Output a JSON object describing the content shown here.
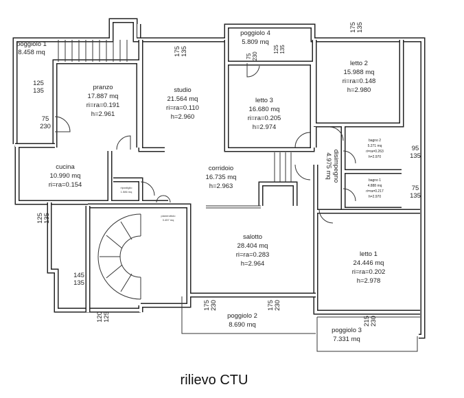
{
  "caption": "rilievo CTU",
  "rooms": {
    "poggiolo1": [
      "poggiolo 1",
      "8.458 mq"
    ],
    "pranzo": [
      "pranzo",
      "17.887 mq",
      "ri=ra=0.191",
      "h=2.961"
    ],
    "studio": [
      "studio",
      "21.564 mq",
      "ri=ra=0.110",
      "h=2.960"
    ],
    "poggiolo4": [
      "poggiolo 4",
      "5.809 mq"
    ],
    "letto3": [
      "letto 3",
      "16.680 mq",
      "ri=ra=0.205",
      "h=2.974"
    ],
    "letto2": [
      "letto 2",
      "15.988 mq",
      "ri=ra=0.148",
      "h=2.980"
    ],
    "bagno2": [
      "bagno 2",
      "5.271 mq",
      "ri=ra=0.263",
      "h=2.970"
    ],
    "bagno1": [
      "bagno 1",
      "4.888 mq",
      "ri=ra=0.217",
      "h=2.970"
    ],
    "disimpegno": [
      "disimpegno",
      "4.975 mq"
    ],
    "cucina": [
      "cucina",
      "10.990 mq",
      "ri=ra=0.154"
    ],
    "corridoio": [
      "corridoio",
      "16.735 mq",
      "h=2.963"
    ],
    "ripostiglio": [
      "ripostiglio",
      "1.586 mq"
    ],
    "pianerottolo": [
      "pianerottolo",
      "3.457 mq"
    ],
    "salotto": [
      "salotto",
      "28.404 mq",
      "ri=ra=0.283",
      "h=2.964"
    ],
    "letto1": [
      "letto 1",
      "24.446 mq",
      "ri=ra=0.202",
      "h=2.978"
    ],
    "poggiolo2": [
      "poggiolo 2",
      "8.690 mq"
    ],
    "poggiolo3": [
      "poggiolo 3",
      "7.331 mq"
    ]
  },
  "dimensions": {
    "studio_window": [
      "175",
      "135"
    ],
    "pranzo_window": [
      "125",
      "135"
    ],
    "pranzo_door": [
      "75",
      "230"
    ],
    "cucina_window": [
      "125",
      "135"
    ],
    "stair_window": [
      "145",
      "135"
    ],
    "stair_bottom": [
      "120",
      "125"
    ],
    "salotto_door_left": [
      "175",
      "230"
    ],
    "salotto_door_right": [
      "175",
      "230"
    ],
    "letto1_door": [
      "215",
      "230"
    ],
    "bagno2_window": [
      "95",
      "135"
    ],
    "bagno1_window": [
      "75",
      "135"
    ],
    "letto2_window": [
      "175",
      "135"
    ],
    "letto3_window": [
      "125",
      "135"
    ],
    "letto3_door": [
      "75",
      "230"
    ]
  }
}
